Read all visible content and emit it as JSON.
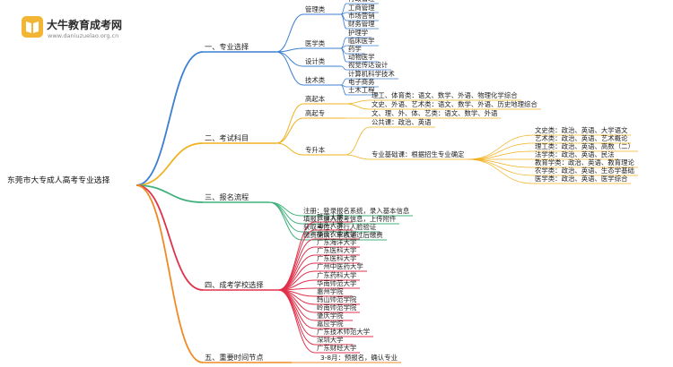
{
  "logo": {
    "title": "大牛教育成考网",
    "url": "www.daniuzuelao.org.cn"
  },
  "diagram": {
    "root": "东莞市大专成人高考专业选择",
    "branches": [
      {
        "label": "一、专业选择",
        "color": "#3c7fd3",
        "children": [
          {
            "label": "管理类",
            "children": [
              {
                "label": "行政管理"
              },
              {
                "label": "工商管理"
              },
              {
                "label": "市场营销"
              },
              {
                "label": "财务管理"
              }
            ]
          },
          {
            "label": "医学类",
            "children": [
              {
                "label": "护理学"
              },
              {
                "label": "临床医学"
              },
              {
                "label": "药学"
              },
              {
                "label": "动物医学"
              }
            ]
          },
          {
            "label": "设计类",
            "children": [
              {
                "label": "视觉传达设计"
              }
            ]
          },
          {
            "label": "技术类",
            "children": [
              {
                "label": "计算机科学技术"
              },
              {
                "label": "电子商务"
              },
              {
                "label": "土木工程"
              }
            ]
          }
        ]
      },
      {
        "label": "二、考试科目",
        "color": "#f2b01e",
        "children": [
          {
            "label": "高起本",
            "children": [
              {
                "label": "理工、体育类：语文、数学、外语、物理化学综合"
              },
              {
                "label": "文史、外语、艺术类：语文、数学、外语、历史地理综合"
              }
            ]
          },
          {
            "label": "高起专",
            "children": [
              {
                "label": "文、理、外、体、艺类：语文、数学、外语"
              }
            ]
          },
          {
            "label": "专升本",
            "children": [
              {
                "label": "公共课：政治、英语"
              },
              {
                "label": "专业基础课：根据招生专业确定",
                "children": [
                  {
                    "label": "文史类：政治、英语、大学语文"
                  },
                  {
                    "label": "艺术类：政治、英语、艺术概论"
                  },
                  {
                    "label": "理工类：政治、英语、高数（二）"
                  },
                  {
                    "label": "法学类：政治、英语、民法"
                  },
                  {
                    "label": "教育学类：政治、英语、教育理论"
                  },
                  {
                    "label": "农学类：政治、英语、生态学基础"
                  },
                  {
                    "label": "医学类：政治、英语、医学综合"
                  }
                ]
              }
            ]
          }
        ]
      },
      {
        "label": "三、报名流程",
        "color": "#3fb07a",
        "children": [
          {
            "label": "注册：登录报名系统，录入基本信息"
          },
          {
            "label": "填报：录入报考信息，上传附件"
          },
          {
            "label": "获取考位：进行人脸验证"
          },
          {
            "label": "缴费确认：审核通过后缴费"
          }
        ]
      },
      {
        "label": "四、成考学校选择",
        "color": "#e0314b",
        "children": [
          {
            "label": "暨南大学"
          },
          {
            "label": "汕头大学"
          },
          {
            "label": "华南农业大学"
          },
          {
            "label": "广东海洋大学"
          },
          {
            "label": "广东医科大学"
          },
          {
            "label": "广东医科大学"
          },
          {
            "label": "广州中医药大学"
          },
          {
            "label": "广东药科大学"
          },
          {
            "label": "华南师范大学"
          },
          {
            "label": "惠州学院"
          },
          {
            "label": "韩山师范学院"
          },
          {
            "label": "岭南师范学院"
          },
          {
            "label": "肇庆学院"
          },
          {
            "label": "嘉应学院"
          },
          {
            "label": "广东技术师范大学"
          },
          {
            "label": "深圳大学"
          },
          {
            "label": "广东财经大学"
          }
        ]
      },
      {
        "label": "五、重要时间节点",
        "color": "#f08a24",
        "children": [
          {
            "label": "3-8月：预报名，确认专业"
          }
        ]
      }
    ]
  }
}
